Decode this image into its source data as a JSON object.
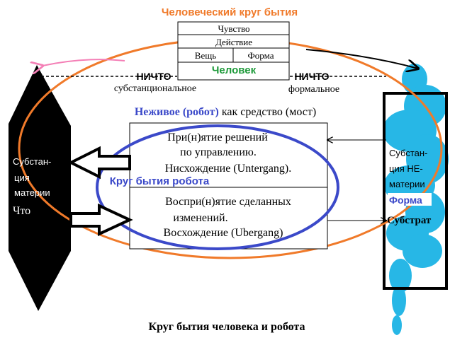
{
  "title": "Человеческий круг бытия",
  "caption": "Круг бытия человека и робота",
  "table": {
    "row1": "Чувство",
    "row2": "Действие",
    "cell_left": "Вещь",
    "cell_right": "Форма",
    "row4": "Человек"
  },
  "left_nothing": {
    "label": "НИЧТО",
    "sub": "субстанциональное"
  },
  "right_nothing": {
    "label": "НИЧТО",
    "sub": "формальное"
  },
  "robot_heading": {
    "bold": "Неживое (робот)",
    "rest": " как средство (мост)"
  },
  "robot_circle_label": "Круг бытия робота",
  "top_box": {
    "line1": "При(н)ятие решений",
    "line2": "по управлению.",
    "line3": "Нисхождение (Untergang)."
  },
  "bottom_box": {
    "line1": "Воспри(н)ятие сделанных",
    "line2": "изменений.",
    "line3": "Восхождение (Ubergang)"
  },
  "left_shape": {
    "line1": "Субстан-",
    "line2": "ция",
    "line3": "материи",
    "line4": "Что"
  },
  "right_shape": {
    "line1": "Субстан-",
    "line2": "ция НЕ-",
    "line3": "материи",
    "line4": "Форма",
    "line5": "Субстрат"
  },
  "colors": {
    "orange": "#f07a2a",
    "blue": "#3b49c9",
    "green": "#1e9a3a",
    "pink": "#f47fb6",
    "cyan": "#27b7e6"
  }
}
